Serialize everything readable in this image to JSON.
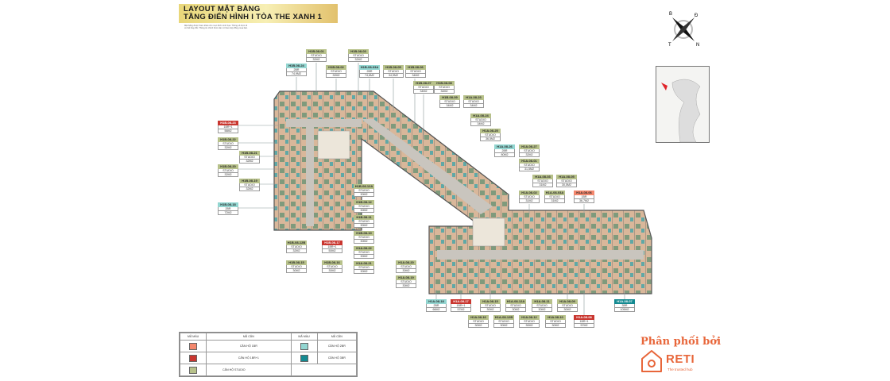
{
  "header": {
    "line1": "LAYOUT MẶT BẰNG",
    "line2": "TẦNG ĐIỂN HÌNH I TÒA THE XANH 1",
    "note": "Mặt bằng được tham khảo cho mục đích minh họa. Thông số thực tế có thể thay đổi. Thông tin chính thức căn cứ theo hợp đồng mua bán."
  },
  "compass": {
    "b": "B",
    "d": "Đ",
    "t": "T",
    "n": "N"
  },
  "colors": {
    "1br": "#f4876d",
    "1br1": "#c9362f",
    "2br": "#93d6d1",
    "3br": "#148a91",
    "studio": "#b7c18a"
  },
  "units": [
    {
      "code": "H1B-08-24",
      "type": "2BR",
      "area": "74,9M2",
      "kind": "2br"
    },
    {
      "code": "H1B-08-01",
      "type": "STUDIO",
      "area": "32M2",
      "kind": "studio"
    },
    {
      "code": "H1B-08-02",
      "type": "STUDIO",
      "area": "32M2",
      "kind": "studio"
    },
    {
      "code": "H1B-08-03",
      "type": "STUDIO",
      "area": "32M2",
      "kind": "studio"
    },
    {
      "code": "H1B-08-03A",
      "type": "2BR",
      "area": "74,6M2",
      "kind": "2br"
    },
    {
      "code": "H1B-08-05",
      "type": "STUDIO",
      "area": "34,9M2",
      "kind": "studio"
    },
    {
      "code": "H1B-08-06",
      "type": "STUDIO",
      "area": "34M2",
      "kind": "studio"
    },
    {
      "code": "H1B-08-07",
      "type": "STUDIO",
      "area": "34M2",
      "kind": "studio"
    },
    {
      "code": "H1B-08-08",
      "type": "STUDIO",
      "area": "34M2",
      "kind": "studio"
    },
    {
      "code": "H1B-08-09",
      "type": "STUDIO",
      "area": "34M2",
      "kind": "studio"
    },
    {
      "code": "H1A-08-23",
      "type": "STUDIO",
      "area": "34M2",
      "kind": "studio"
    },
    {
      "code": "H1A-08-24",
      "type": "STUDIO",
      "area": "34M2",
      "kind": "studio"
    },
    {
      "code": "H1A-08-25",
      "type": "STUDIO",
      "area": "36,5M2",
      "kind": "studio"
    },
    {
      "code": "H1A-08-26",
      "type": "2BR",
      "area": "80M2",
      "kind": "2br"
    },
    {
      "code": "H1A-08-27",
      "type": "STUDIO",
      "area": "32M2",
      "kind": "studio"
    },
    {
      "code": "H1A-08-01",
      "type": "STUDIO",
      "area": "31,5M2",
      "kind": "studio"
    },
    {
      "code": "H1A-08-03",
      "type": "STUDIO",
      "area": "31M2",
      "kind": "studio"
    },
    {
      "code": "H1A-08-05",
      "type": "STUDIO",
      "area": "30,5M2",
      "kind": "studio"
    },
    {
      "code": "H1A-08-02",
      "type": "STUDIO",
      "area": "31M2",
      "kind": "studio"
    },
    {
      "code": "H1A-08-03A",
      "type": "STUDIO",
      "area": "31M2",
      "kind": "studio"
    },
    {
      "code": "H1A-08-06",
      "type": "1BR",
      "area": "36,7M2",
      "kind": "1br"
    },
    {
      "code": "H1B-08-23",
      "type": "1BR+1",
      "area": "56M2",
      "kind": "1br1"
    },
    {
      "code": "H1B-08-22",
      "type": "STUDIO",
      "area": "32M2",
      "kind": "studio"
    },
    {
      "code": "H1B-08-21",
      "type": "STUDIO",
      "area": "32M2",
      "kind": "studio"
    },
    {
      "code": "H1B-08-20",
      "type": "STUDIO",
      "area": "32M2",
      "kind": "studio"
    },
    {
      "code": "H1B-08-19",
      "type": "STUDIO",
      "area": "32M2",
      "kind": "studio"
    },
    {
      "code": "H1B-08-18",
      "type": "2BR",
      "area": "72M2",
      "kind": "2br"
    },
    {
      "code": "H1B-08-12A",
      "type": "STUDIO",
      "area": "30M2",
      "kind": "studio"
    },
    {
      "code": "H1B-08-12",
      "type": "STUDIO",
      "area": "30M2",
      "kind": "studio"
    },
    {
      "code": "H1B-08-11",
      "type": "STUDIO",
      "area": "30M2",
      "kind": "studio"
    },
    {
      "code": "H1B-08-10",
      "type": "STUDIO",
      "area": "30M2",
      "kind": "studio"
    },
    {
      "code": "H1A-08-22",
      "type": "STUDIO",
      "area": "30M2",
      "kind": "studio"
    },
    {
      "code": "H1A-08-21",
      "type": "STUDIO",
      "area": "30M2",
      "kind": "studio"
    },
    {
      "code": "H1B-08-12B",
      "type": "STUDIO",
      "area": "32M2",
      "kind": "studio"
    },
    {
      "code": "H1B-08-17",
      "type": "1BR+1",
      "area": "50M2",
      "kind": "1br1"
    },
    {
      "code": "H1B-08-15",
      "type": "STUDIO",
      "area": "30M2",
      "kind": "studio"
    },
    {
      "code": "H1B-08-16",
      "type": "STUDIO",
      "area": "30M2",
      "kind": "studio"
    },
    {
      "code": "H1A-08-20",
      "type": "STUDIO",
      "area": "30M2",
      "kind": "studio"
    },
    {
      "code": "H1A-08-19",
      "type": "STUDIO",
      "area": "30M2",
      "kind": "studio"
    },
    {
      "code": "H1A-08-18",
      "type": "2BR",
      "area": "66M2",
      "kind": "2br"
    },
    {
      "code": "H1A-08-17",
      "type": "1BR+1",
      "area": "57M2",
      "kind": "1br1"
    },
    {
      "code": "H1A-08-15",
      "type": "STUDIO",
      "area": "30M2",
      "kind": "studio"
    },
    {
      "code": "H1A-08-12A",
      "type": "STUDIO",
      "area": "30M2",
      "kind": "studio"
    },
    {
      "code": "H1A-08-11",
      "type": "STUDIO",
      "area": "30M2",
      "kind": "studio"
    },
    {
      "code": "H1A-08-09",
      "type": "STUDIO",
      "area": "30M2",
      "kind": "studio"
    },
    {
      "code": "H1A-08-07",
      "type": "3BR",
      "area": "105M2",
      "kind": "3br"
    },
    {
      "code": "H1A-08-16",
      "type": "STUDIO",
      "area": "30M2",
      "kind": "studio"
    },
    {
      "code": "H1A-08-12B",
      "type": "STUDIO",
      "area": "30M2",
      "kind": "studio"
    },
    {
      "code": "H1A-08-12",
      "type": "STUDIO",
      "area": "30M2",
      "kind": "studio"
    },
    {
      "code": "H1A-08-10",
      "type": "STUDIO",
      "area": "30M2",
      "kind": "studio"
    },
    {
      "code": "H1A-08-08",
      "type": "1BR+1",
      "area": "57M2",
      "kind": "1br1"
    }
  ],
  "legend": {
    "col_color": "MÃ MÀU",
    "col_code": "MÃ CĂN",
    "items": [
      {
        "label": "CĂN HỘ 1BR",
        "kind": "1br"
      },
      {
        "label": "CĂN HỘ 2BR",
        "kind": "2br"
      },
      {
        "label": "CĂN HỘ 1BR+1",
        "kind": "1br1"
      },
      {
        "label": "CĂN HỘ 3BR",
        "kind": "3br"
      },
      {
        "label": "CĂN HỘ STUDIO",
        "kind": "studio"
      }
    ]
  },
  "distributor": {
    "label": "Phân phối bởi",
    "brand": "RETI",
    "tagline": "The trusted hub"
  }
}
